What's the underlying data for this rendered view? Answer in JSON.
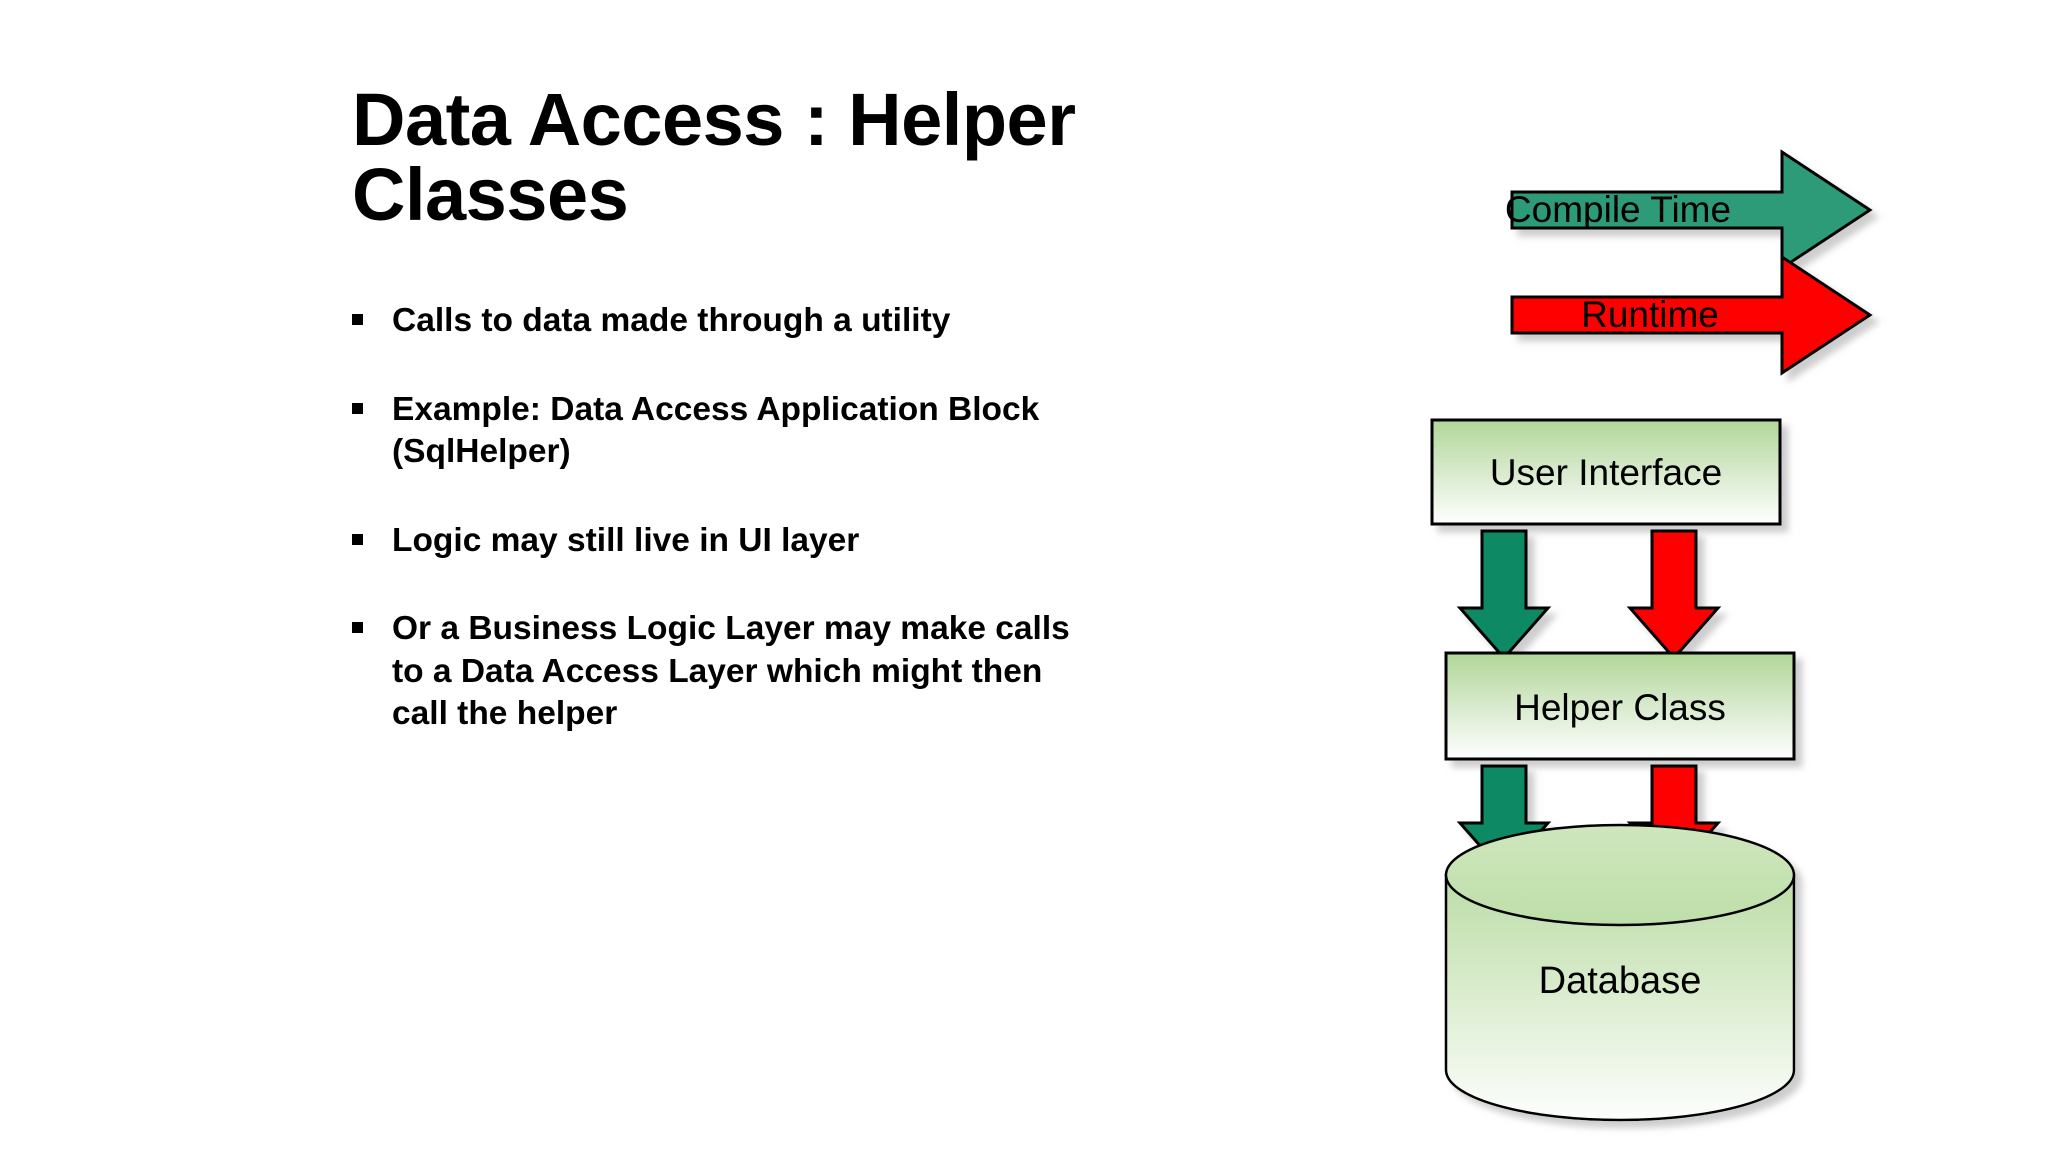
{
  "slide": {
    "title": "Data Access : Helper Classes",
    "background_color": "#ffffff"
  },
  "bullets": [
    {
      "marker": "square-bullet",
      "text": "Calls to data made through a utility"
    },
    {
      "marker": "square-bullet",
      "text": "Example: Data Access Application Block (SqlHelper)"
    },
    {
      "marker": "square-bullet",
      "text": "Logic may still live in UI layer"
    },
    {
      "marker": "square-bullet",
      "text": "Or a Business Logic Layer may make calls to a Data Access Layer which might then call the helper"
    }
  ],
  "diagram": {
    "legend_arrows": [
      {
        "label": "Compile Time",
        "color": "#2e9b78",
        "direction": "right"
      },
      {
        "label": "Runtime",
        "color": "#ff0000",
        "direction": "right"
      }
    ],
    "layers": [
      {
        "label": "User Interface",
        "shape": "box"
      },
      {
        "label": "Helper Class",
        "shape": "box"
      },
      {
        "label": "Database",
        "shape": "cylinder"
      }
    ],
    "flow_arrows": [
      {
        "from": "User Interface",
        "to": "Helper Class",
        "color": "#2e9b78",
        "direction": "down"
      },
      {
        "from": "User Interface",
        "to": "Helper Class",
        "color": "#ff0000",
        "direction": "down"
      },
      {
        "from": "Helper Class",
        "to": "Database",
        "color": "#2e9b78",
        "direction": "down"
      },
      {
        "from": "Helper Class",
        "to": "Database",
        "color": "#ff0000",
        "direction": "down"
      }
    ],
    "colors": {
      "compile_time": "#2e9b78",
      "runtime": "#ff0000",
      "box_gradient_top": "#b3d79b",
      "box_gradient_bottom": "#ffffff",
      "outline": "#000000"
    }
  }
}
